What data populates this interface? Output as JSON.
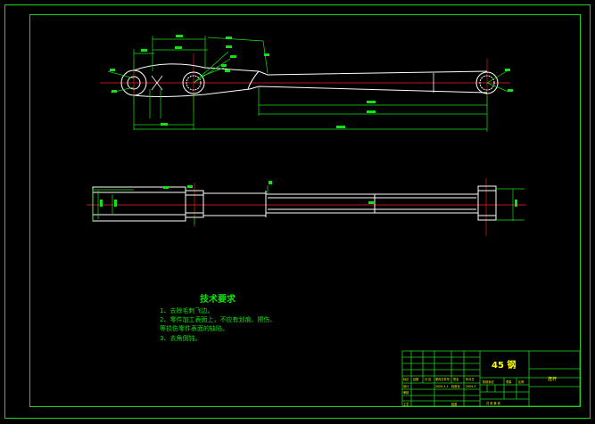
{
  "colors": {
    "background": "#000000",
    "frame": "#1fd11f",
    "part_outline": "#ffffff",
    "centerline": "#ff2020",
    "dimension": "#18e018",
    "notes": "#10e010",
    "title_text": "#ffff00"
  },
  "notes": {
    "heading": "技术要求",
    "line1": "1、去除毛刺飞边。",
    "line2": "2、零件加工表面上，不应有划痕、擦伤、",
    "line3": "等损伤零件表面的缺陷。",
    "line4": "3、去角倒钝。"
  },
  "title_block": {
    "material": "45 钢",
    "drawing_name": "连杆",
    "col_labels": [
      "标记",
      "处数",
      "分 区",
      "更改文件号",
      "签名",
      "年月日"
    ],
    "row_sheji": "设计",
    "row_shenhe": "审核",
    "row_gongyi": "工艺",
    "row_pizhun": "批准",
    "biaozhunhua": "标准化",
    "stage_label": "阶段标记",
    "weight_label": "重量",
    "scale_label": "比例",
    "sheets": "共 张 第 张",
    "date1": "2009-3-1",
    "date2": "2009-3"
  }
}
